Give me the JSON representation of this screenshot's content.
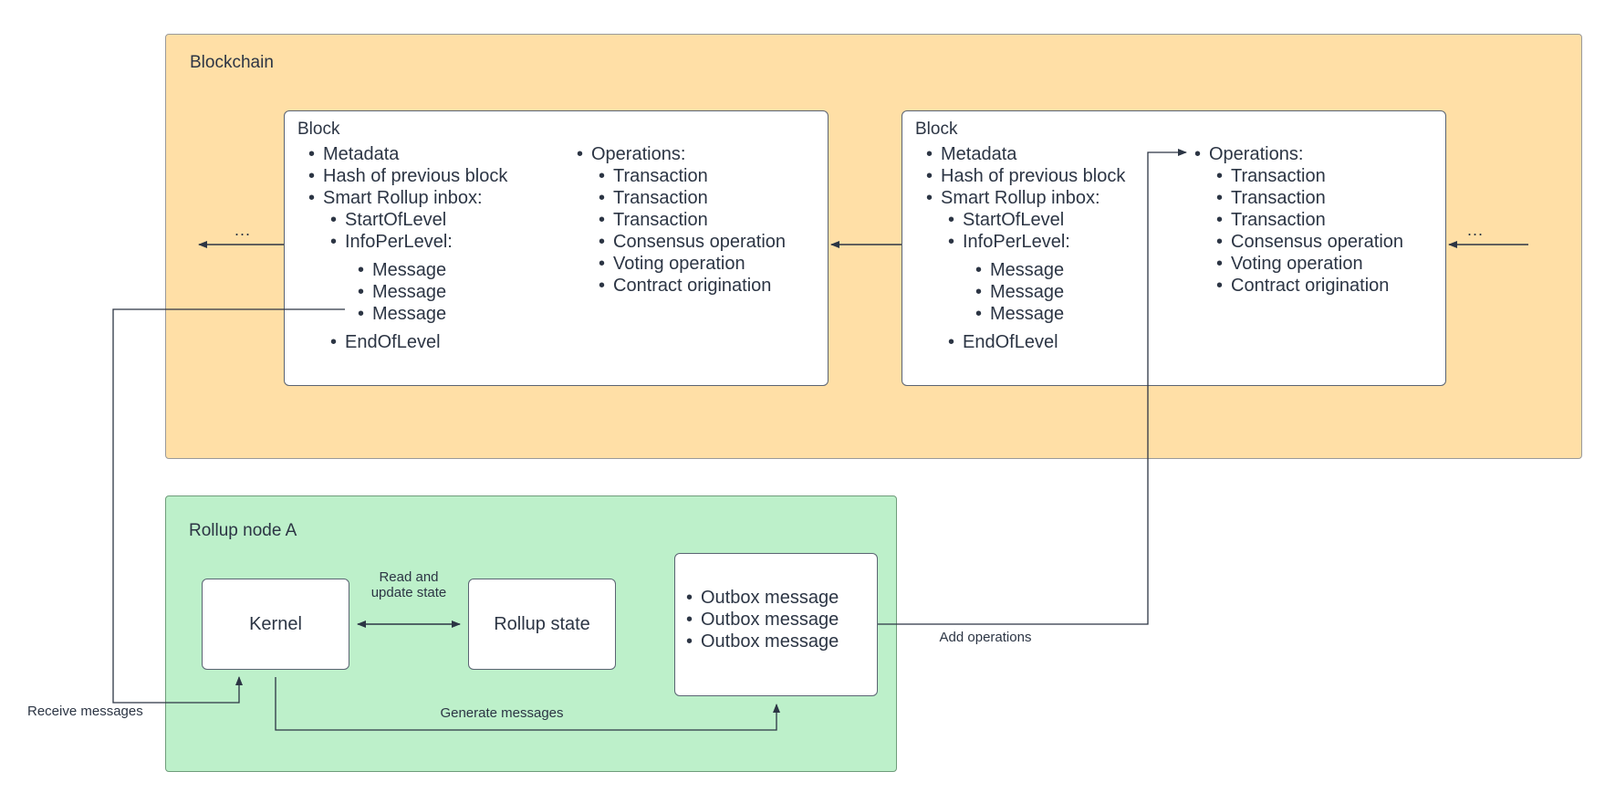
{
  "diagram": {
    "colors": {
      "blockchain_fill": "#ffdfa6",
      "rollup_fill": "#bdf0ca",
      "card_fill": "#ffffff",
      "stroke": "#5a6472",
      "text": "#2c3544"
    },
    "blockchain": {
      "title": "Blockchain",
      "ellipsis_left": "...",
      "ellipsis_right": "...",
      "blocks": [
        {
          "title": "Block",
          "left_column": [
            {
              "text": "Metadata",
              "level": 1
            },
            {
              "text": "Hash of previous block",
              "level": 1
            },
            {
              "text": "Smart Rollup inbox:",
              "level": 1
            },
            {
              "text": "StartOfLevel",
              "level": 2
            },
            {
              "text": "InfoPerLevel:",
              "level": 2
            },
            {
              "text": "Message",
              "level": 3
            },
            {
              "text": "Message",
              "level": 3
            },
            {
              "text": "Message",
              "level": 3
            },
            {
              "text": "EndOfLevel",
              "level": 2
            }
          ],
          "right_column": [
            {
              "text": "Operations:",
              "level": 1
            },
            {
              "text": "Transaction",
              "level": 2
            },
            {
              "text": "Transaction",
              "level": 2
            },
            {
              "text": "Transaction",
              "level": 2
            },
            {
              "text": "Consensus operation",
              "level": 2
            },
            {
              "text": "Voting operation",
              "level": 2
            },
            {
              "text": "Contract origination",
              "level": 2
            }
          ]
        },
        {
          "title": "Block",
          "left_column": [
            {
              "text": "Metadata",
              "level": 1
            },
            {
              "text": "Hash of previous block",
              "level": 1
            },
            {
              "text": "Smart Rollup inbox:",
              "level": 1
            },
            {
              "text": "StartOfLevel",
              "level": 2
            },
            {
              "text": "InfoPerLevel:",
              "level": 2
            },
            {
              "text": "Message",
              "level": 3
            },
            {
              "text": "Message",
              "level": 3
            },
            {
              "text": "Message",
              "level": 3
            },
            {
              "text": "EndOfLevel",
              "level": 2
            }
          ],
          "right_column": [
            {
              "text": "Operations:",
              "level": 1
            },
            {
              "text": "Transaction",
              "level": 2
            },
            {
              "text": "Transaction",
              "level": 2
            },
            {
              "text": "Transaction",
              "level": 2
            },
            {
              "text": "Consensus operation",
              "level": 2
            },
            {
              "text": "Voting operation",
              "level": 2
            },
            {
              "text": "Contract origination",
              "level": 2
            }
          ]
        }
      ]
    },
    "rollup_node": {
      "title": "Rollup node A",
      "kernel": {
        "label": "Kernel"
      },
      "state": {
        "label": "Rollup state"
      },
      "outbox": {
        "items": [
          "Outbox message",
          "Outbox message",
          "Outbox message"
        ]
      }
    },
    "edge_labels": {
      "read_update_state": "Read and\nupdate state",
      "receive_messages": "Receive messages",
      "generate_messages": "Generate messages",
      "add_operations": "Add operations"
    }
  }
}
